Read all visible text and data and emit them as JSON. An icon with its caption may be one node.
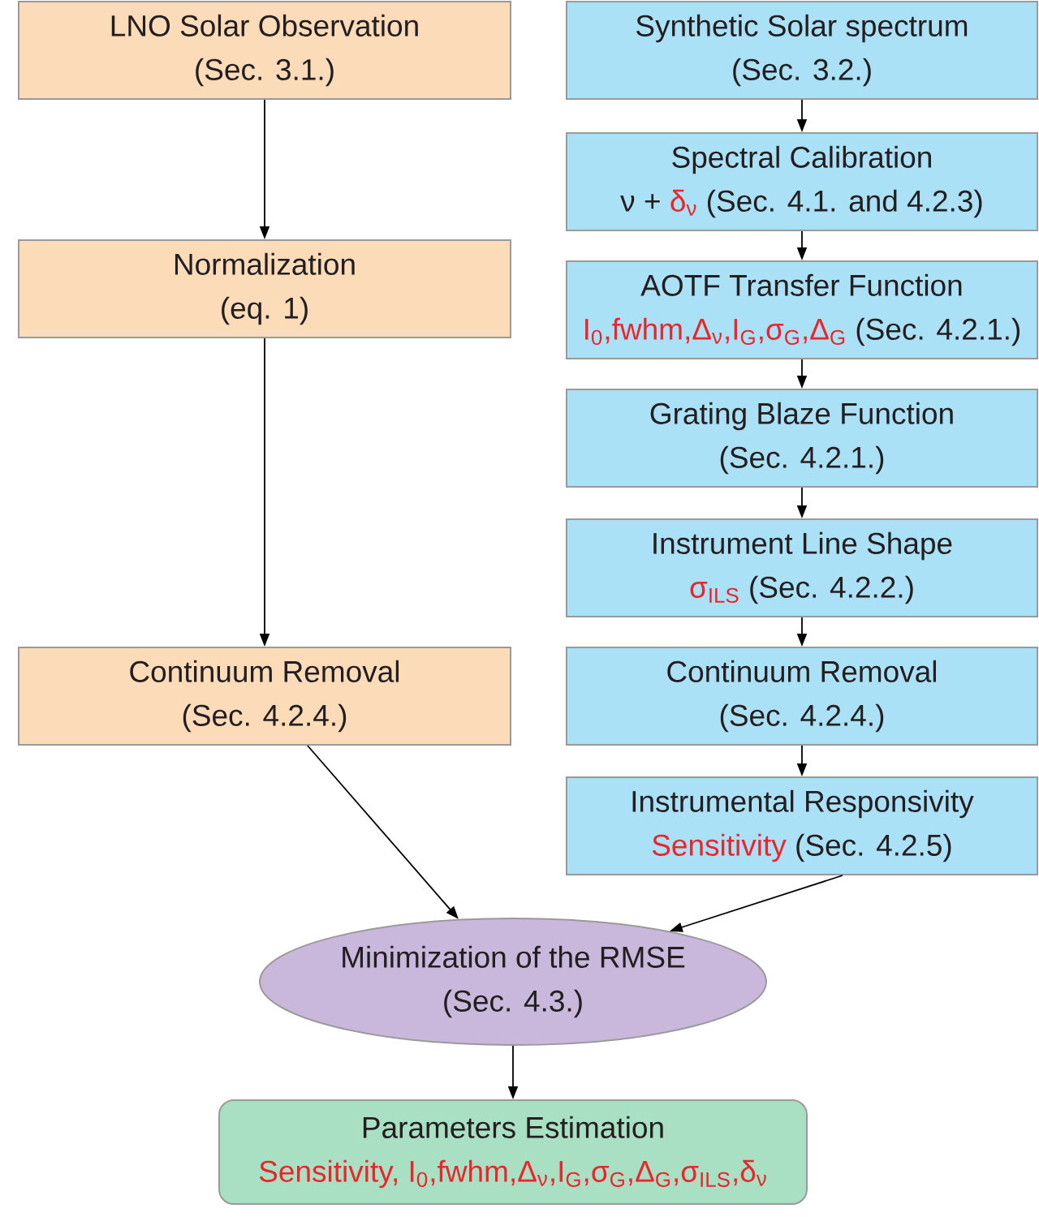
{
  "diagram": {
    "nodes": [
      {
        "text": [
          "LNO Solar Observation",
          "(Sec. 3.1.)"
        ]
      },
      {
        "text": [
          "Normalization",
          "(eq. 1)"
        ]
      },
      {
        "text": [
          "Continuum Removal",
          "(Sec. 4.2.4.)"
        ]
      },
      {
        "text": [
          "Synthetic Solar spectrum",
          "(Sec. 3.2.)"
        ]
      },
      {
        "text": [
          "Spectral Calibration",
          "ν +",
          "δ$_{ν}$",
          "(Sec. 4.1. and 4.2.3)"
        ]
      },
      {
        "text": [
          "AOTF Transfer Function",
          "I$_{0}$,fwhm,Δ$_{ν}$,I$_{G}$,σ$_{G}$,Δ$_{G}$",
          "(Sec. 4.2.1.)"
        ]
      },
      {
        "text": [
          "Grating Blaze Function",
          "(Sec. 4.2.1.)"
        ]
      },
      {
        "text": [
          "Instrument Line Shape",
          "σ$_{ILS}$",
          "(Sec. 4.2.2.)"
        ]
      },
      {
        "text": [
          "Continuum Removal",
          "(Sec. 4.2.4.)"
        ]
      },
      {
        "text": [
          "Instrumental Responsivity",
          "Sensitivity",
          "(Sec. 4.2.5)"
        ]
      },
      {
        "text": [
          "Minimization of the RMSE",
          "(Sec. 4.3.)"
        ]
      },
      {
        "text": [
          "Parameters Estimation",
          "Sensitivity, I$_{0}$,fwhm,Δ$_{ν}$,I$_{G}$,σ$_{G}$,Δ$_{G}$,σ$_{ILS}$,δ$_{ν}$"
        ]
      }
    ],
    "edges": [
      {
        "from": 0,
        "to": 1,
        "arrow": "to"
      },
      {
        "from": 1,
        "to": 2,
        "arrow": "to"
      },
      {
        "from": 2,
        "to": 10,
        "arrow": "to"
      },
      {
        "from": 3,
        "to": 4,
        "arrow": "to"
      },
      {
        "from": 4,
        "to": 5,
        "arrow": "to"
      },
      {
        "from": 5,
        "to": 6,
        "arrow": "to"
      },
      {
        "from": 6,
        "to": 7,
        "arrow": "to"
      },
      {
        "from": 7,
        "to": 8,
        "arrow": "to"
      },
      {
        "from": 8,
        "to": 9,
        "arrow": "to"
      },
      {
        "from": 9,
        "to": 10,
        "arrow": "to"
      },
      {
        "from": 10,
        "to": 11,
        "arrow": "to"
      }
    ]
  }
}
